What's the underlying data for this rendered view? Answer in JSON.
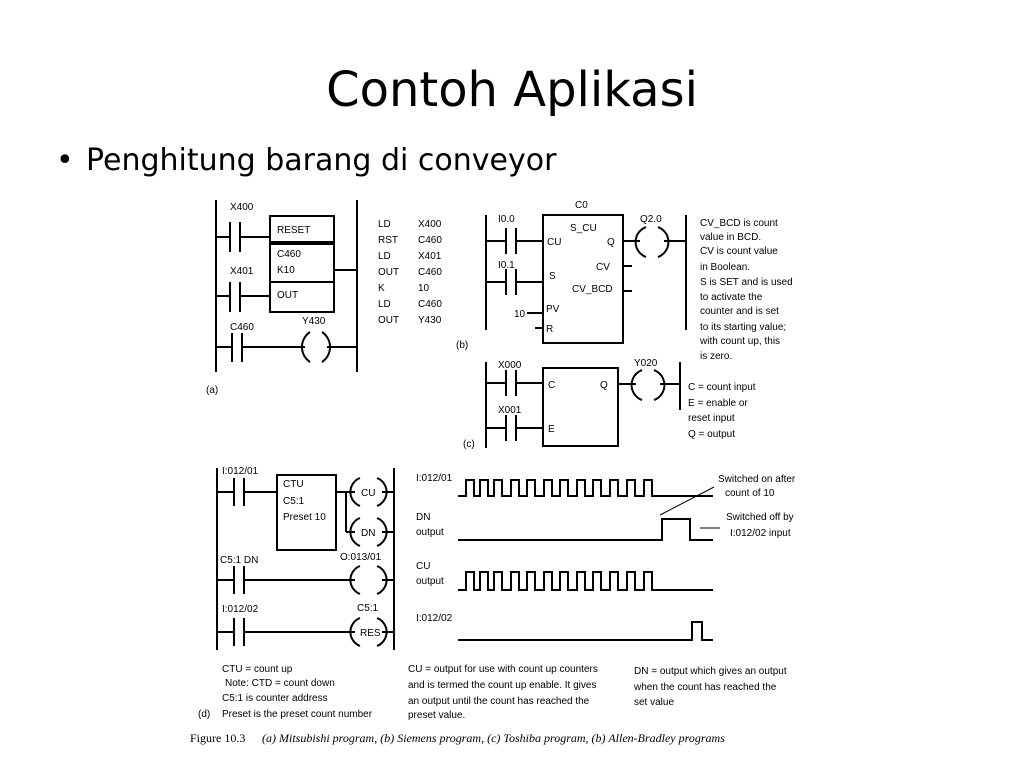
{
  "slide": {
    "title": "Contoh Aplikasi",
    "bullet": "Penghitung barang di conveyor"
  },
  "figure": {
    "a": {
      "tag": "(a)",
      "x400": "X400",
      "reset": "RESET",
      "c460": "C460",
      "k10": "K10",
      "x401": "X401",
      "out": "OUT",
      "c460b": "C460",
      "y430": "Y430",
      "list_ops": [
        "LD",
        "RST",
        "LD",
        "OUT",
        "K",
        "LD",
        "OUT"
      ],
      "list_args": [
        "X400",
        "C460",
        "X401",
        "C460",
        "10",
        "C460",
        "Y430"
      ]
    },
    "b": {
      "tag": "(b)",
      "c0": "C0",
      "i00": "I0.0",
      "s_cu": "S_CU",
      "q20": "Q2.0",
      "cu": "CU",
      "q": "Q",
      "i01": "I0.1",
      "cv": "CV",
      "s": "S",
      "cv_bcd": "CV_BCD",
      "pv": "PV",
      "ten": "10",
      "r": "R",
      "notes": [
        "CV_BCD is count",
        "value in BCD.",
        "CV is count value",
        "in Boolean.",
        "S is SET and is used",
        "to activate the",
        "counter and is set",
        "to its starting value;",
        "with count up, this",
        "is zero."
      ]
    },
    "c": {
      "tag": "(c)",
      "x000": "X000",
      "y020": "Y020",
      "c": "C",
      "q": "Q",
      "x001": "X001",
      "e": "E",
      "notes": [
        "C = count input",
        "E = enable or",
        "reset input",
        "Q = output"
      ]
    },
    "d": {
      "tag": "(d)",
      "i01201": "I:012/01",
      "ctu": "CTU",
      "c51": "C5:1",
      "preset": "Preset 10",
      "cu": "CU",
      "dn": "DN",
      "c51dn": "C5:1 DN",
      "o01301": "O:013/01",
      "i01202": "I:012/02",
      "c51b": "C5:1",
      "res": "RES",
      "legend1": [
        "CTU = count up",
        "Note: CTD = count down",
        "C5:1 is counter address",
        "Preset is the preset count number"
      ],
      "legend2": [
        "CU = output for use with count up counters",
        "and is termed the count up enable. It gives",
        "an output until the count has reached the",
        "preset value."
      ],
      "legend3": [
        "DN = output which gives an output",
        "when the count has reached the",
        "set value"
      ],
      "timing": {
        "row1": "I:012/01",
        "row2a": "DN",
        "row2b": "output",
        "row3a": "CU",
        "row3b": "output",
        "row4": "I:012/02",
        "note1a": "Switched on after",
        "note1b": "count of 10",
        "note2a": "Switched off by",
        "note2b": "I:012/02 input"
      }
    },
    "caption_label": "Figure 10.3",
    "caption_text": "(a) Mitsubishi program, (b) Siemens program, (c) Toshiba program, (b) Allen-Bradley programs"
  }
}
